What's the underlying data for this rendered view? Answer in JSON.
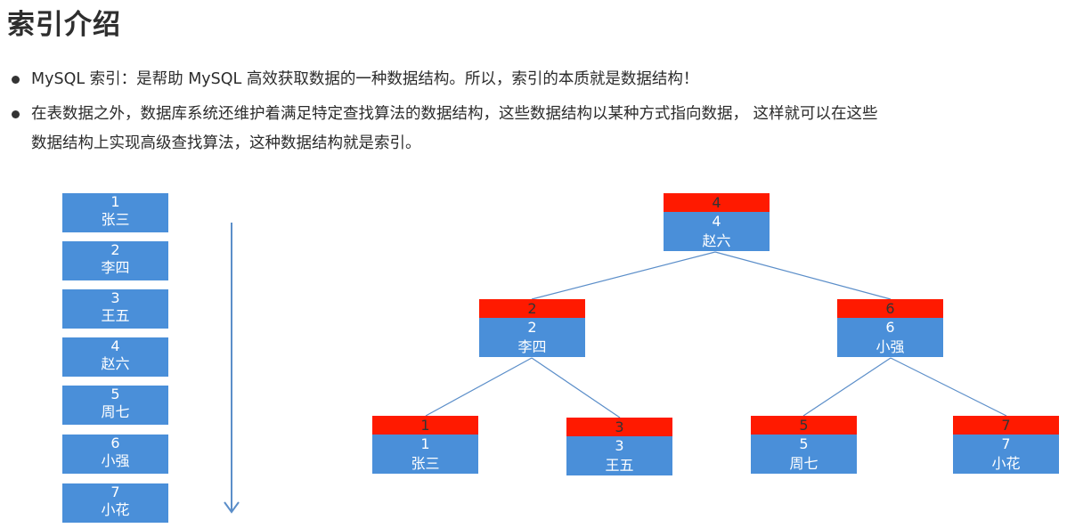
{
  "title": "索引介绍",
  "bullets": {
    "b1": "MySQL 索引：是帮助 MySQL 高效获取数据的一种数据结构。所以，索引的本质就是数据结构！",
    "b2_line1": "在表数据之外，数据库系统还维护着满足特定查找算法的数据结构，这些数据结构以某种方式指向数据， 这样就可以在这些",
    "b2_line2": "数据结构上实现高级查找算法，这种数据结构就是索引。"
  },
  "list": [
    {
      "id": "1",
      "name": "张三"
    },
    {
      "id": "2",
      "name": "李四"
    },
    {
      "id": "3",
      "name": "王五"
    },
    {
      "id": "4",
      "name": "赵六"
    },
    {
      "id": "5",
      "name": "周七"
    },
    {
      "id": "6",
      "name": "小强"
    },
    {
      "id": "7",
      "name": "小花"
    }
  ],
  "tree": {
    "root": {
      "key": "4",
      "id": "4",
      "name": "赵六"
    },
    "left": {
      "key": "2",
      "id": "2",
      "name": "李四"
    },
    "right": {
      "key": "6",
      "id": "6",
      "name": "小强"
    },
    "ll": {
      "key": "1",
      "id": "1",
      "name": "张三"
    },
    "lr": {
      "key": "3",
      "id": "3",
      "name": "王五"
    },
    "rl": {
      "key": "5",
      "id": "5",
      "name": "周七"
    },
    "rr": {
      "key": "7",
      "id": "7",
      "name": "小花"
    }
  },
  "colors": {
    "cell_blue": "#4a8fd9",
    "key_red": "#ff1a00",
    "line_blue": "#5b8ec9"
  }
}
